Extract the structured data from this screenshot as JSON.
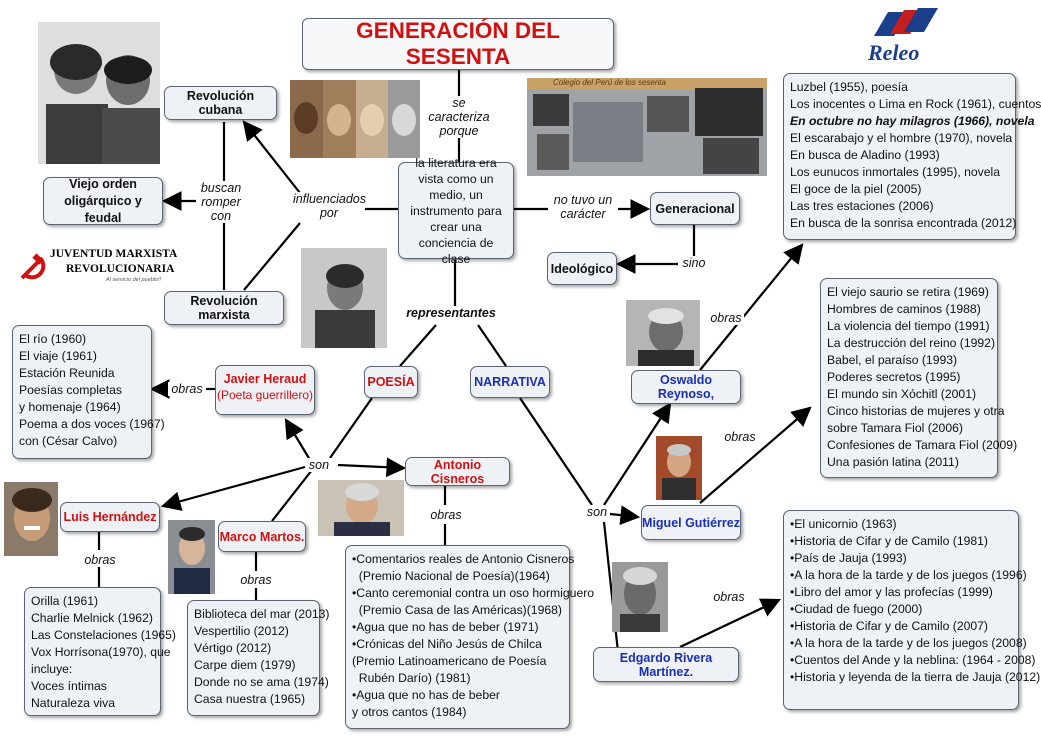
{
  "title": "GENERACIÓN DEL SESENTA",
  "logo": {
    "text": "Releo"
  },
  "jmr": {
    "line1": "JUVENTUD MARXISTA",
    "line2": "REVOLUCIONARIA",
    "tagline": "Al servicio del pueblo!!",
    "icon": "hammer-sickle-icon",
    "color": "#d31010"
  },
  "photo_banner_text": "Colegio del Perú de los sesenta",
  "center": {
    "text": "la literatura era vista como un medio, un instrumento para crear una conciencia de clase"
  },
  "labels": {
    "se_caracteriza": "se caracteriza porque",
    "influenciados": "influenciados por",
    "buscan": "buscan romper con",
    "no_tuvo": "no tuvo un carácter",
    "sino": "sino",
    "representantes": "representantes",
    "obras": "obras",
    "son": "son"
  },
  "nodes": {
    "revolucion_cubana": "Revolución cubana",
    "viejo_orden": "Viejo orden oligárquico y feudal",
    "revolucion_marxista": "Revolución marxista",
    "generacional": "Generacional",
    "ideologico": "Ideológico",
    "poesia": "POESÍA",
    "narrativa": "NARRATIVA",
    "javier_heraud": "Javier Heraud",
    "javier_heraud_sub": "(Poeta guerrillero)",
    "antonio_cisneros": "Antonio Cisneros",
    "luis_hernandez": "Luis Hernández",
    "marco_martos": "Marco Martos.",
    "oswaldo_reynoso": "Oswaldo Reynoso,",
    "miguel_gutierrez": "Miguel Gutiérrez",
    "edgardo_rivera": "Edgardo Rivera Martínez."
  },
  "lists": {
    "reynoso": [
      "Luzbel (1955), poesía",
      "Los inocentes o Lima en Rock (1961), cuentos",
      "En octubre no hay milagros (1966), novela",
      "El escarabajo y el hombre (1970), novela",
      "En busca de Aladino (1993)",
      "Los eunucos inmortales (1995), novela",
      "El goce de la piel (2005)",
      "Las tres estaciones (2006)",
      "En busca de la sonrisa encontrada (2012)"
    ],
    "gutierrez": [
      "El viejo saurio se retira (1969)",
      "Hombres de caminos (1988)",
      "La violencia del tiempo (1991)",
      "La destrucción del reino (1992)",
      "Babel, el paraíso (1993)",
      "Poderes secretos (1995)",
      "El mundo sin Xóchitl (2001)",
      "Cinco historias de mujeres y otra",
      "sobre Tamara Fiol (2006)",
      "Confesiones de Tamara Fiol (2009)",
      "Una pasión latina (2011)"
    ],
    "rivera": [
      "•El unicornio (1963)",
      "•Historia de Cifar y de Camilo (1981)",
      "•País de Jauja (1993)",
      "•A la hora de la tarde y de los juegos (1996)",
      "•Libro del amor y las profecías (1999)",
      "•Ciudad de fuego (2000)",
      "•Historia de Cifar y de Camilo (2007)",
      "•A la hora de la tarde y de los juegos (2008)",
      "•Cuentos del Ande y la neblina: (1964 - 2008)",
      "•Historia y leyenda de la tierra de Jauja (2012)"
    ],
    "heraud": [
      "El río (1960)",
      "El viaje (1961)",
      "Estación Reunida",
      "Poesías completas",
      "y homenaje (1964)",
      "Poema a dos voces (1967)",
      " con (César Calvo)"
    ],
    "hernandez": [
      "Orilla (1961)",
      "Charlie Melnick (1962)",
      "Las Constelaciones (1965)",
      "Vox Horrísona(1970), que",
      "incluye:",
      "Voces íntimas",
      "Naturaleza viva"
    ],
    "martos": [
      "Biblioteca del mar (2013)",
      "Vespertilio (2012)",
      "Vértigo (2012)",
      "Carpe diem (1979)",
      "Donde no se ama (1974)",
      "Casa nuestra (1965)"
    ],
    "cisneros": [
      "•Comentarios reales de Antonio Cisneros",
      "  (Premio Nacional de Poesía)(1964)",
      "•Canto ceremonial contra un oso hormiguero",
      "  (Premio Casa de las Américas)(1968)",
      "•Agua que no has de beber (1971)",
      "•Crónicas del Niño Jesús de Chilca",
      "(Premio Latinoamericano de Poesía",
      "  Rubén Darío) (1981)",
      "•Agua que no has de beber",
      "y otros cantos (1984)"
    ]
  },
  "colors": {
    "node_bg": "#eef2f6",
    "border": "#5a6472",
    "title_red": "#d31010",
    "narrativa_blue": "#1a2fb8",
    "releo_blue": "#1b3f8a"
  }
}
